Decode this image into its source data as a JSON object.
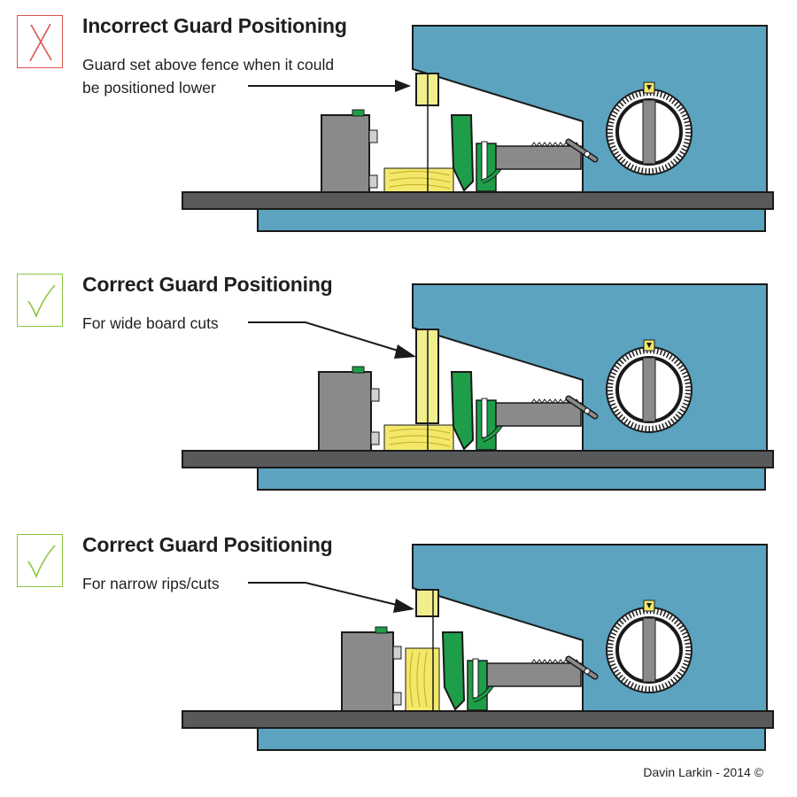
{
  "panels": [
    {
      "status": "incorrect",
      "status_icon": "cross-icon",
      "title": "Incorrect Guard Positioning",
      "description": "Guard set above fence when it could\nbe positioned lower",
      "guard_gap_above_fence": "high"
    },
    {
      "status": "correct",
      "status_icon": "check-icon",
      "title": "Correct Guard Positioning",
      "description": "For wide board cuts",
      "guard_gap_above_fence": "low"
    },
    {
      "status": "correct",
      "status_icon": "check-icon",
      "title": "Correct Guard Positioning",
      "description": "For narrow rips/cuts",
      "guard_gap_above_fence": "low"
    }
  ],
  "credit": "Davin Larkin  - 2014 ©",
  "colors": {
    "machine_blue": "#5ba3bf",
    "outline": "#1a1a1a",
    "table_gray": "#58595b",
    "fence_gray": "#8a8a8a",
    "guard_yellow": "#f1ee8e",
    "wood_yellow": "#f3e86a",
    "guide_green": "#1e9e48",
    "check_green": "#8cc63f",
    "cross_red": "#d9534f"
  }
}
